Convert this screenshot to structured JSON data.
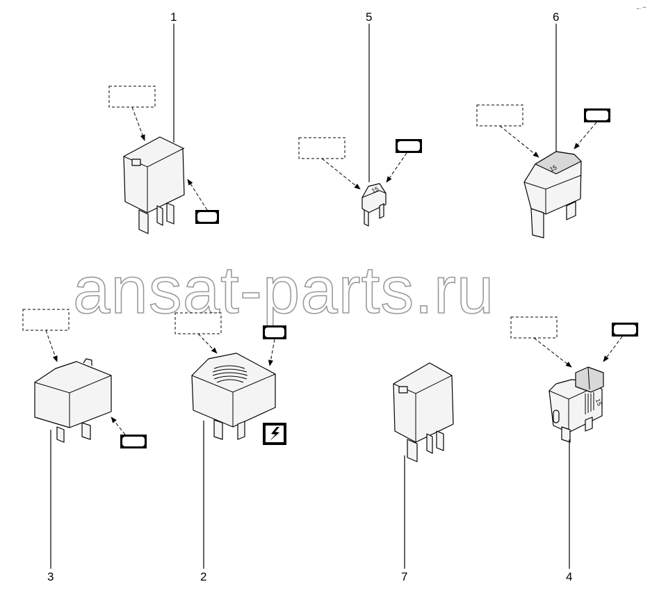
{
  "watermark": "ansat-parts.ru",
  "corner_mark": "←−",
  "callouts": [
    {
      "id": "1",
      "label": "1"
    },
    {
      "id": "2",
      "label": "2"
    },
    {
      "id": "3",
      "label": "3"
    },
    {
      "id": "4",
      "label": "4"
    },
    {
      "id": "5",
      "label": "5"
    },
    {
      "id": "6",
      "label": "6"
    },
    {
      "id": "7",
      "label": "7"
    }
  ],
  "fuse_labels": {
    "fuse_5": "15",
    "fuse_6": "15",
    "fuse_4": "15"
  }
}
